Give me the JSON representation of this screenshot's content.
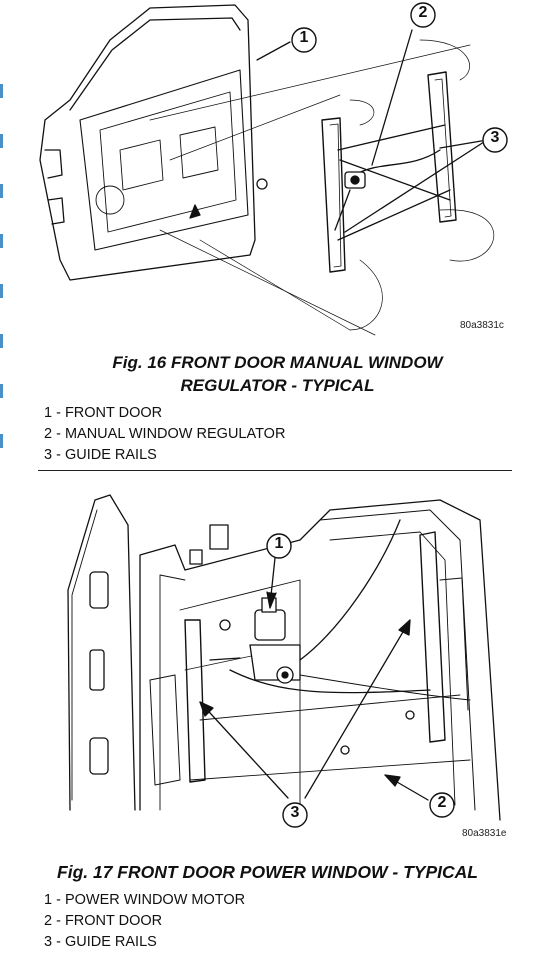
{
  "figure16": {
    "code": "80a3831c",
    "caption_line1": "Fig. 16 FRONT DOOR MANUAL WINDOW",
    "caption_line2": "REGULATOR - TYPICAL",
    "callouts": [
      "1",
      "2",
      "3"
    ],
    "legend": [
      "1 - FRONT DOOR",
      "2 - MANUAL WINDOW REGULATOR",
      "3 - GUIDE RAILS"
    ]
  },
  "figure17": {
    "code": "80a3831e",
    "caption": "Fig. 17 FRONT DOOR POWER WINDOW - TYPICAL",
    "callouts": [
      "1",
      "2",
      "3"
    ],
    "legend": [
      "1 - POWER WINDOW MOTOR",
      "2 - FRONT DOOR",
      "3 - GUIDE RAILS"
    ]
  }
}
